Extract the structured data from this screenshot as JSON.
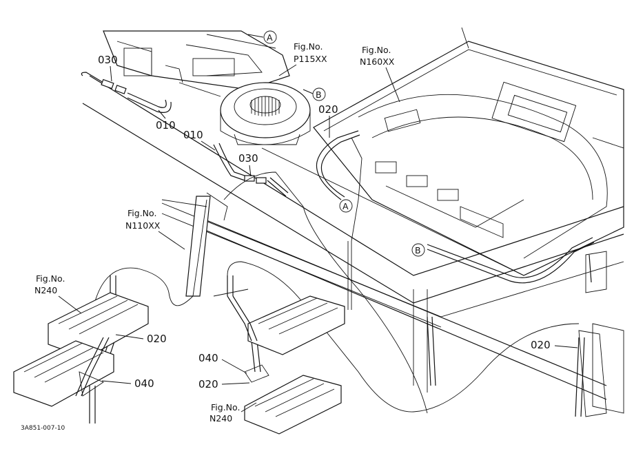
{
  "labels": {
    "figA": "Fig.No.",
    "figA_num": "P115XX",
    "figB": "Fig.No.",
    "figB_num": "N160XX",
    "figC": "Fig.No.",
    "figC_num": "N110XX",
    "figD": "Fig.No.",
    "figD_num": "N240",
    "figE": "Fig.No.",
    "figE_num": "N240",
    "p030a": "030",
    "p030b": "030",
    "p010a": "010",
    "p010b": "010",
    "p020a": "020",
    "p020b": "020",
    "p020c": "020",
    "p020d": "020",
    "p040a": "040",
    "p040b": "040",
    "markA1": "A",
    "markA2": "A",
    "markB1": "B",
    "markB2": "B",
    "drawing_code": "3A851-007-10"
  }
}
